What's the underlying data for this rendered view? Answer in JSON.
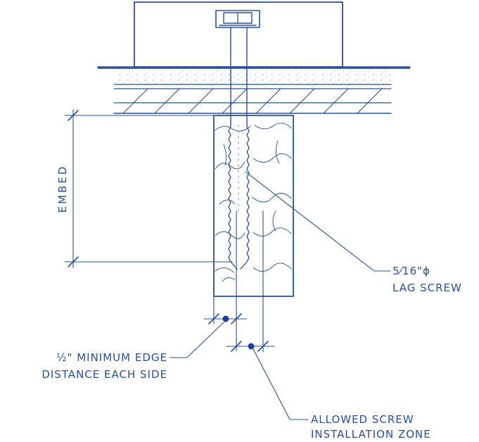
{
  "labels": {
    "embed": "EMBED",
    "lag_screw_size": "5⁄16\"ϕ",
    "lag_screw": "LAG SCREW",
    "edge_line1": "½\" MINIMUM EDGE",
    "edge_line2": "DISTANCE EACH SIDE",
    "zone_line1": "ALLOWED SCREW",
    "zone_line2": "INSTALLATION ZONE"
  },
  "colors": {
    "line": "#2a4f9c",
    "dot": "#1f3f9e",
    "background": "#ffffff"
  }
}
